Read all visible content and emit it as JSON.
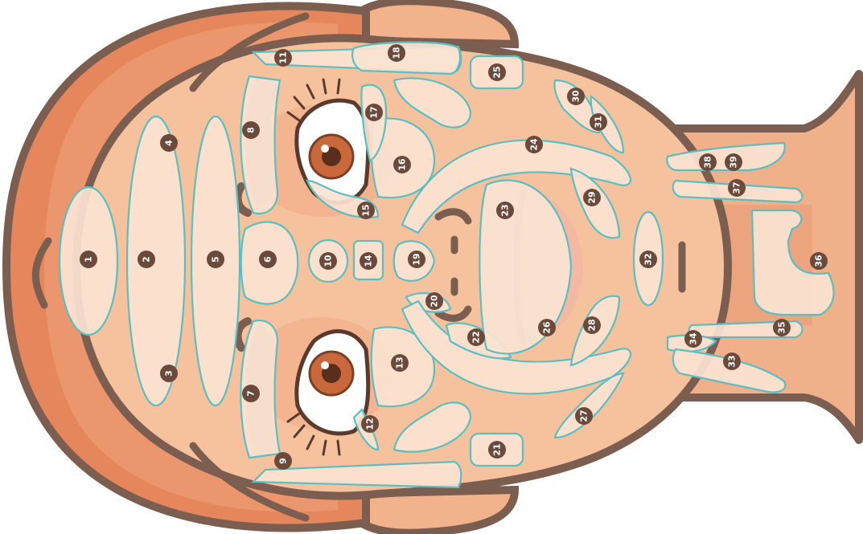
{
  "colors": {
    "outline": "#7b5e4f",
    "skin": "#f6c29d",
    "hair": "#e07e55",
    "zone_fill": "#fbe3d3",
    "zone_stroke": "#5bbfc2",
    "badge": "#6b4a3c",
    "badge_text": "#ffffff",
    "iris": "#c9683a"
  },
  "features": [
    "face",
    "hair",
    "ears",
    "neck",
    "left-eye",
    "right-eye",
    "eyebrows",
    "nose",
    "mouth"
  ],
  "zones": [
    {
      "id": "1",
      "label": "1"
    },
    {
      "id": "2",
      "label": "2"
    },
    {
      "id": "3",
      "label": "3"
    },
    {
      "id": "4",
      "label": "4"
    },
    {
      "id": "5",
      "label": "5"
    },
    {
      "id": "6",
      "label": "6"
    },
    {
      "id": "7",
      "label": "7"
    },
    {
      "id": "8",
      "label": "8"
    },
    {
      "id": "9",
      "label": "9"
    },
    {
      "id": "10",
      "label": "10"
    },
    {
      "id": "11",
      "label": "11"
    },
    {
      "id": "12",
      "label": "12"
    },
    {
      "id": "13",
      "label": "13"
    },
    {
      "id": "14",
      "label": "14"
    },
    {
      "id": "15",
      "label": "15"
    },
    {
      "id": "16",
      "label": "16"
    },
    {
      "id": "17",
      "label": "17"
    },
    {
      "id": "18",
      "label": "18"
    },
    {
      "id": "19",
      "label": "19"
    },
    {
      "id": "20",
      "label": "20"
    },
    {
      "id": "21",
      "label": "21"
    },
    {
      "id": "22",
      "label": "22"
    },
    {
      "id": "23",
      "label": "23"
    },
    {
      "id": "24",
      "label": "24"
    },
    {
      "id": "25",
      "label": "25"
    },
    {
      "id": "26",
      "label": "26"
    },
    {
      "id": "27",
      "label": "27"
    },
    {
      "id": "28",
      "label": "28"
    },
    {
      "id": "29",
      "label": "29"
    },
    {
      "id": "30",
      "label": "30"
    },
    {
      "id": "31",
      "label": "31"
    },
    {
      "id": "32",
      "label": "32"
    },
    {
      "id": "33",
      "label": "33"
    },
    {
      "id": "34",
      "label": "34"
    },
    {
      "id": "35",
      "label": "35"
    },
    {
      "id": "36",
      "label": "36"
    },
    {
      "id": "37",
      "label": "37"
    },
    {
      "id": "38",
      "label": "38"
    },
    {
      "id": "39",
      "label": "39"
    }
  ]
}
